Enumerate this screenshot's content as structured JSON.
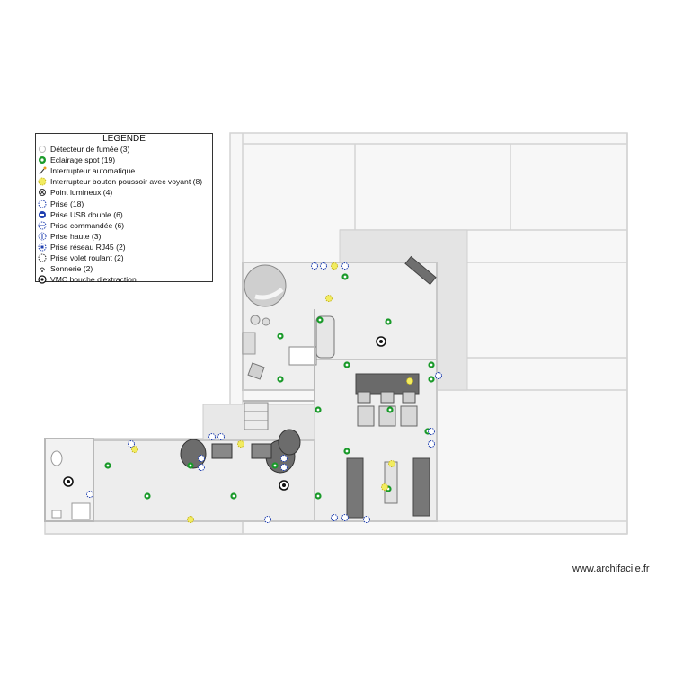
{
  "legend": {
    "title": "LEGENDE",
    "items": [
      {
        "label": "Détecteur de fumée (3)",
        "icon": "smoke-detector-icon"
      },
      {
        "label": "Eclairage spot (19)",
        "icon": "spot-light-icon"
      },
      {
        "label": "Interrupteur automatique",
        "icon": "auto-switch-icon"
      },
      {
        "label": "Interrupteur bouton poussoir avec voyant (8)",
        "icon": "push-button-switch-icon"
      },
      {
        "label": "Point lumineux (4)",
        "icon": "light-point-icon"
      },
      {
        "label": "Prise (18)",
        "icon": "outlet-icon"
      },
      {
        "label": "Prise USB double (6)",
        "icon": "usb-outlet-icon"
      },
      {
        "label": "Prise commandée (6)",
        "icon": "switched-outlet-icon"
      },
      {
        "label": "Prise haute (3)",
        "icon": "high-outlet-icon"
      },
      {
        "label": "Prise réseau RJ45 (2)",
        "icon": "rj45-outlet-icon"
      },
      {
        "label": "Prise volet roulant (2)",
        "icon": "shutter-outlet-icon"
      },
      {
        "label": "Sonnerie (2)",
        "icon": "doorbell-icon"
      },
      {
        "label": "VMC bouche d'extraction",
        "icon": "vmc-icon"
      }
    ]
  },
  "watermark": "www.archifacile.fr",
  "colors": {
    "spot": "#1a9a2a",
    "outlet": "#1f3fb0",
    "switch": "#e8e040",
    "wall": "#cfcfcf",
    "floor": "#ececec",
    "furniture": "#707070"
  },
  "symbols": {
    "spots": 19,
    "vmc": 3
  }
}
